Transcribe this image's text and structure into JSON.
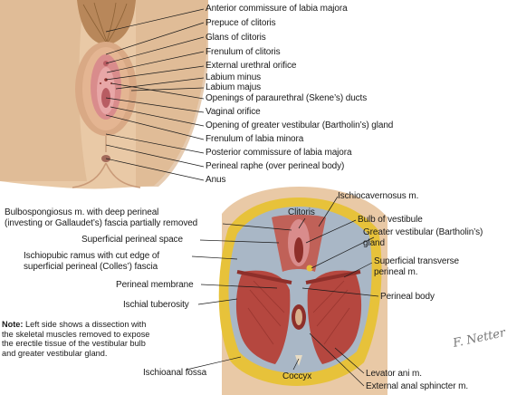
{
  "figure": {
    "top_view_labels": [
      "Anterior commissure of labia majora",
      "Prepuce of clitoris",
      "Glans of clitoris",
      "Frenulum of clitoris",
      "External urethral orifice",
      "Labium minus",
      "Labium majus",
      "Openings of paraurethral (Skene’s) ducts",
      "Vaginal orifice",
      "Opening of greater vestibular (Bartholin’s) gland",
      "Frenulum of labia minora",
      "Posterior commissure of labia majora",
      "Perineal raphe (over perineal body)",
      "Anus"
    ],
    "bottom_view_labels": {
      "clitoris": "Clitoris",
      "ischiocavernosus": "Ischiocavernosus m.",
      "bulbospongiosus_line1": "Bulbospongiosus m. with deep perineal",
      "bulbospongiosus_line2": "(investing or Gallaudet’s) fascia partially removed",
      "bulb_of_vestibule": "Bulb of vestibule",
      "superficial_perineal_space": "Superficial perineal space",
      "greater_vestibular_line1": "Greater vestibular (Bartholin’s)",
      "greater_vestibular_line2": "gland",
      "ischiopubic_line1": "Ischiopubic ramus with cut edge of",
      "ischiopubic_line2": "superficial perineal (Colles’) fascia",
      "superficial_transverse_line1": "Superficial transverse",
      "superficial_transverse_line2": "perineal m.",
      "perineal_membrane": "Perineal membrane",
      "perineal_body": "Perineal body",
      "ischial_tuberosity": "Ischial tuberosity",
      "ischioanal_fossa": "Ischioanal fossa",
      "coccyx": "Coccyx",
      "levator_ani": "Levator ani m.",
      "external_anal_sphincter": "External anal sphincter m."
    },
    "note": {
      "heading": "Note:",
      "text": "Left side shows a dissection with the skeletal muscles removed to expose the erectile tissue of the vestibular bulb and greater vestibular gland."
    },
    "signature": "F. Netter",
    "colors": {
      "skin": "#e9c9a6",
      "skin_shadow": "#c99a78",
      "hair": "#b8875a",
      "mucosa": "#d98c8c",
      "muscle": "#b5473f",
      "muscle_dark": "#8e2f2a",
      "fat": "#e7c23a",
      "membrane": "#a9b7c6",
      "leader_line": "#1a1a1a"
    }
  }
}
